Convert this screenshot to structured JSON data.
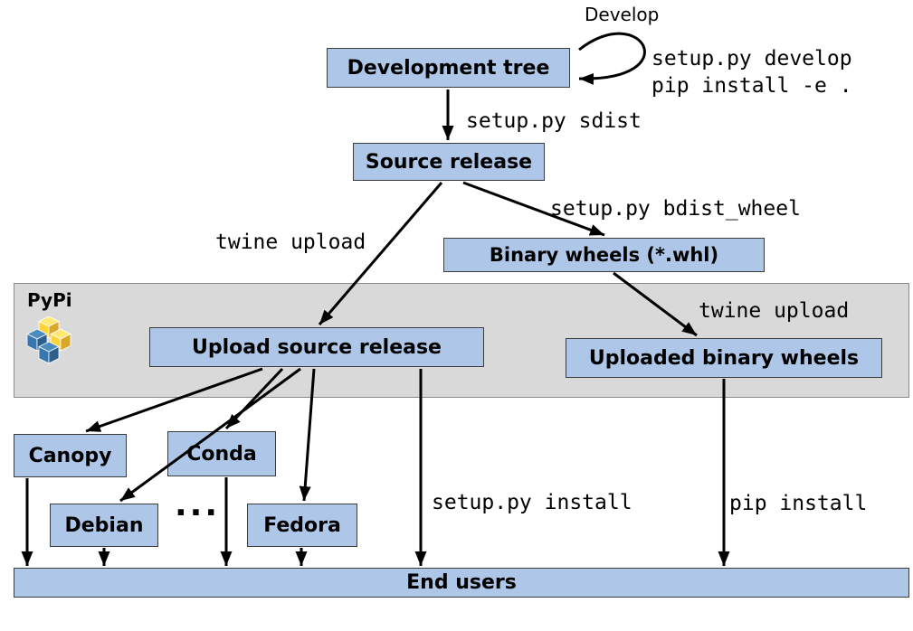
{
  "colors": {
    "box_fill": "#aec7e8",
    "box_border": "#3b3b3b",
    "band_fill": "#d9d9d9",
    "band_border": "#8a8a8a",
    "arrow": "#000000",
    "pypi_blue": "#3a77af",
    "pypi_yellow": "#ffd43b"
  },
  "nodes": {
    "develop": "Develop",
    "dev_tree": "Development tree",
    "source_release": "Source release",
    "binary_wheels": "Binary wheels (*.whl)",
    "pypi": "PyPi",
    "upload_source": "Upload source release",
    "uploaded_binary": "Uploaded binary wheels",
    "canopy": "Canopy",
    "conda": "Conda",
    "debian": "Debian",
    "dots": "...",
    "fedora": "Fedora",
    "end_users": "End users"
  },
  "edge_labels": {
    "setup_develop": "setup.py develop",
    "pip_install_e": "pip install -e .",
    "setup_sdist": "setup.py sdist",
    "setup_bdist_wheel": "setup.py bdist_wheel",
    "twine_upload_source": "twine upload",
    "twine_upload_wheels": "twine upload",
    "setup_install": "setup.py install",
    "pip_install": "pip install"
  }
}
